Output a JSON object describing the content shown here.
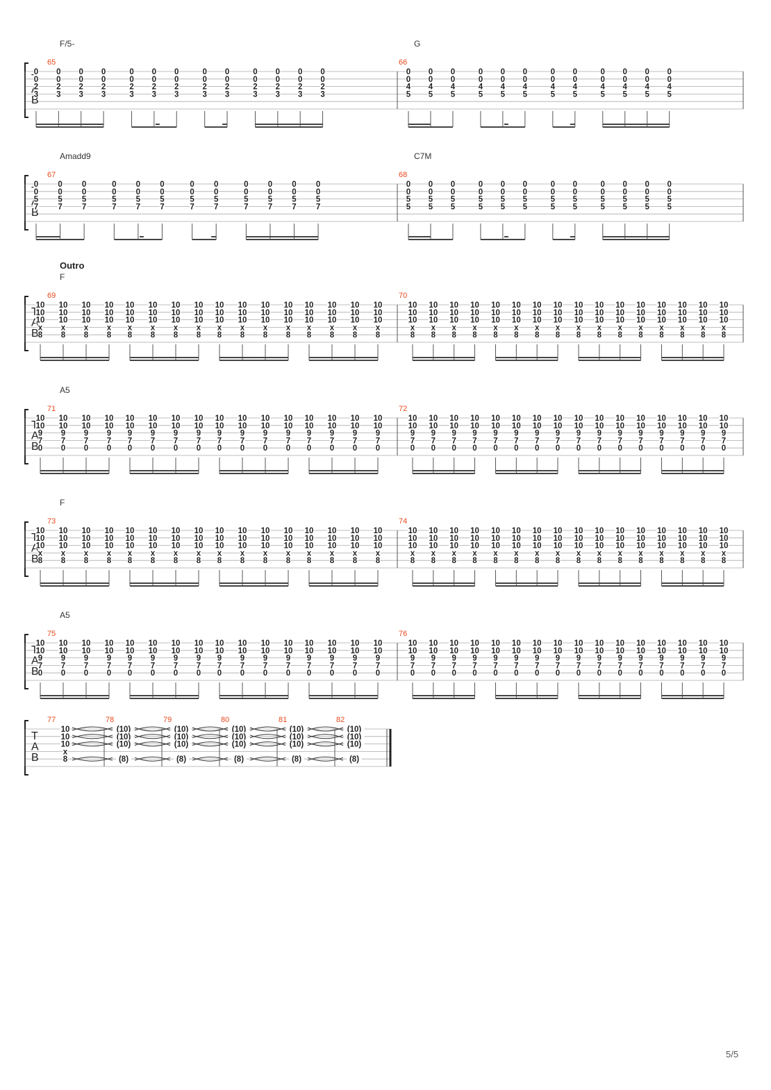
{
  "page": {
    "number": "5/5"
  },
  "tab_letters": [
    "T",
    "A",
    "B"
  ],
  "systems": [
    {
      "section": "",
      "measures": [
        {
          "number": "65",
          "chord": "F/5-",
          "beats": [
            [
              "0",
              "0",
              "2",
              "3",
              "",
              ""
            ],
            [
              "0",
              "0",
              "2",
              "3",
              "",
              ""
            ],
            [
              "0",
              "0",
              "2",
              "3",
              "",
              ""
            ],
            [
              "0",
              "0",
              "2",
              "3",
              "",
              ""
            ],
            [
              "0",
              "0",
              "2",
              "3",
              "",
              ""
            ],
            [
              "0",
              "0",
              "2",
              "3",
              "",
              ""
            ],
            [
              "0",
              "0",
              "2",
              "3",
              "",
              ""
            ],
            [
              "0",
              "0",
              "2",
              "3",
              "",
              ""
            ],
            [
              "0",
              "0",
              "2",
              "3",
              "",
              ""
            ],
            [
              "0",
              "0",
              "2",
              "3",
              "",
              ""
            ],
            [
              "0",
              "0",
              "2",
              "3",
              "",
              ""
            ],
            [
              "0",
              "0",
              "2",
              "3",
              "",
              ""
            ],
            [
              "0",
              "0",
              "2",
              "3",
              "",
              ""
            ]
          ]
        },
        {
          "number": "66",
          "chord": "G",
          "beats": [
            [
              "0",
              "0",
              "4",
              "5",
              "",
              ""
            ],
            [
              "0",
              "0",
              "4",
              "5",
              "",
              ""
            ],
            [
              "0",
              "0",
              "4",
              "5",
              "",
              ""
            ],
            [
              "0",
              "0",
              "4",
              "5",
              "",
              ""
            ],
            [
              "0",
              "0",
              "4",
              "5",
              "",
              ""
            ],
            [
              "0",
              "0",
              "4",
              "5",
              "",
              ""
            ],
            [
              "0",
              "0",
              "4",
              "5",
              "",
              ""
            ],
            [
              "0",
              "0",
              "4",
              "5",
              "",
              ""
            ],
            [
              "0",
              "0",
              "4",
              "5",
              "",
              ""
            ],
            [
              "0",
              "0",
              "4",
              "5",
              "",
              ""
            ],
            [
              "0",
              "0",
              "4",
              "5",
              "",
              ""
            ],
            [
              "0",
              "0",
              "4",
              "5",
              "",
              ""
            ]
          ]
        }
      ]
    },
    {
      "section": "",
      "measures": [
        {
          "number": "67",
          "chord": "Amadd9",
          "beats": [
            [
              "0",
              "0",
              "5",
              "7",
              "",
              ""
            ],
            [
              "0",
              "0",
              "5",
              "7",
              "",
              ""
            ],
            [
              "0",
              "0",
              "5",
              "7",
              "",
              ""
            ],
            [
              "0",
              "0",
              "5",
              "7",
              "",
              ""
            ],
            [
              "0",
              "0",
              "5",
              "7",
              "",
              ""
            ],
            [
              "0",
              "0",
              "5",
              "7",
              "",
              ""
            ],
            [
              "0",
              "0",
              "5",
              "7",
              "",
              ""
            ],
            [
              "0",
              "0",
              "5",
              "7",
              "",
              ""
            ],
            [
              "0",
              "0",
              "5",
              "7",
              "",
              ""
            ],
            [
              "0",
              "0",
              "5",
              "7",
              "",
              ""
            ],
            [
              "0",
              "0",
              "5",
              "7",
              "",
              ""
            ],
            [
              "0",
              "0",
              "5",
              "7",
              "",
              ""
            ]
          ]
        },
        {
          "number": "68",
          "chord": "C7M",
          "beats": [
            [
              "0",
              "0",
              "5",
              "5",
              "",
              ""
            ],
            [
              "0",
              "0",
              "5",
              "5",
              "",
              ""
            ],
            [
              "0",
              "0",
              "5",
              "5",
              "",
              ""
            ],
            [
              "0",
              "0",
              "5",
              "5",
              "",
              ""
            ],
            [
              "0",
              "0",
              "5",
              "5",
              "",
              ""
            ],
            [
              "0",
              "0",
              "5",
              "5",
              "",
              ""
            ],
            [
              "0",
              "0",
              "5",
              "5",
              "",
              ""
            ],
            [
              "0",
              "0",
              "5",
              "5",
              "",
              ""
            ],
            [
              "0",
              "0",
              "5",
              "5",
              "",
              ""
            ],
            [
              "0",
              "0",
              "5",
              "5",
              "",
              ""
            ],
            [
              "0",
              "0",
              "5",
              "5",
              "",
              ""
            ],
            [
              "0",
              "0",
              "5",
              "5",
              "",
              ""
            ]
          ]
        }
      ]
    },
    {
      "section": "Outro",
      "measures": [
        {
          "number": "69",
          "chord": "F",
          "repeat": 16,
          "beat": [
            "10",
            "10",
            "10",
            "x",
            "8",
            ""
          ]
        },
        {
          "number": "70",
          "chord": "",
          "repeat": 16,
          "beat": [
            "10",
            "10",
            "10",
            "x",
            "8",
            ""
          ]
        }
      ]
    },
    {
      "section": "",
      "measures": [
        {
          "number": "71",
          "chord": "A5",
          "repeat": 16,
          "beat": [
            "10",
            "10",
            "9",
            "7",
            "0",
            ""
          ]
        },
        {
          "number": "72",
          "chord": "",
          "repeat": 16,
          "beat": [
            "10",
            "10",
            "9",
            "7",
            "0",
            ""
          ]
        }
      ]
    },
    {
      "section": "",
      "measures": [
        {
          "number": "73",
          "chord": "F",
          "repeat": 16,
          "beat": [
            "10",
            "10",
            "10",
            "x",
            "8",
            ""
          ]
        },
        {
          "number": "74",
          "chord": "",
          "repeat": 16,
          "beat": [
            "10",
            "10",
            "10",
            "x",
            "8",
            ""
          ]
        }
      ]
    },
    {
      "section": "",
      "measures": [
        {
          "number": "75",
          "chord": "A5",
          "repeat": 16,
          "beat": [
            "10",
            "10",
            "9",
            "7",
            "0",
            ""
          ]
        },
        {
          "number": "76",
          "chord": "",
          "repeat": 16,
          "beat": [
            "10",
            "10",
            "9",
            "7",
            "0",
            ""
          ]
        }
      ]
    },
    {
      "section": "",
      "final": true,
      "measures": [
        {
          "number": "77",
          "chord": "",
          "beats": [
            [
              "10",
              "10",
              "10",
              "x",
              "8",
              ""
            ]
          ]
        },
        {
          "number": "78",
          "chord": "",
          "beats": [
            [
              "(10)",
              "(10)",
              "(10)",
              "",
              "(8)",
              ""
            ]
          ]
        },
        {
          "number": "79",
          "chord": "",
          "beats": [
            [
              "(10)",
              "(10)",
              "(10)",
              "",
              "(8)",
              ""
            ]
          ]
        },
        {
          "number": "80",
          "chord": "",
          "beats": [
            [
              "(10)",
              "(10)",
              "(10)",
              "",
              "(8)",
              ""
            ]
          ]
        },
        {
          "number": "81",
          "chord": "",
          "beats": [
            [
              "(10)",
              "(10)",
              "(10)",
              "",
              "(8)",
              ""
            ]
          ]
        },
        {
          "number": "82",
          "chord": "",
          "beats": [
            [
              "(10)",
              "(10)",
              "(10)",
              "",
              "(8)",
              ""
            ]
          ]
        }
      ]
    }
  ]
}
